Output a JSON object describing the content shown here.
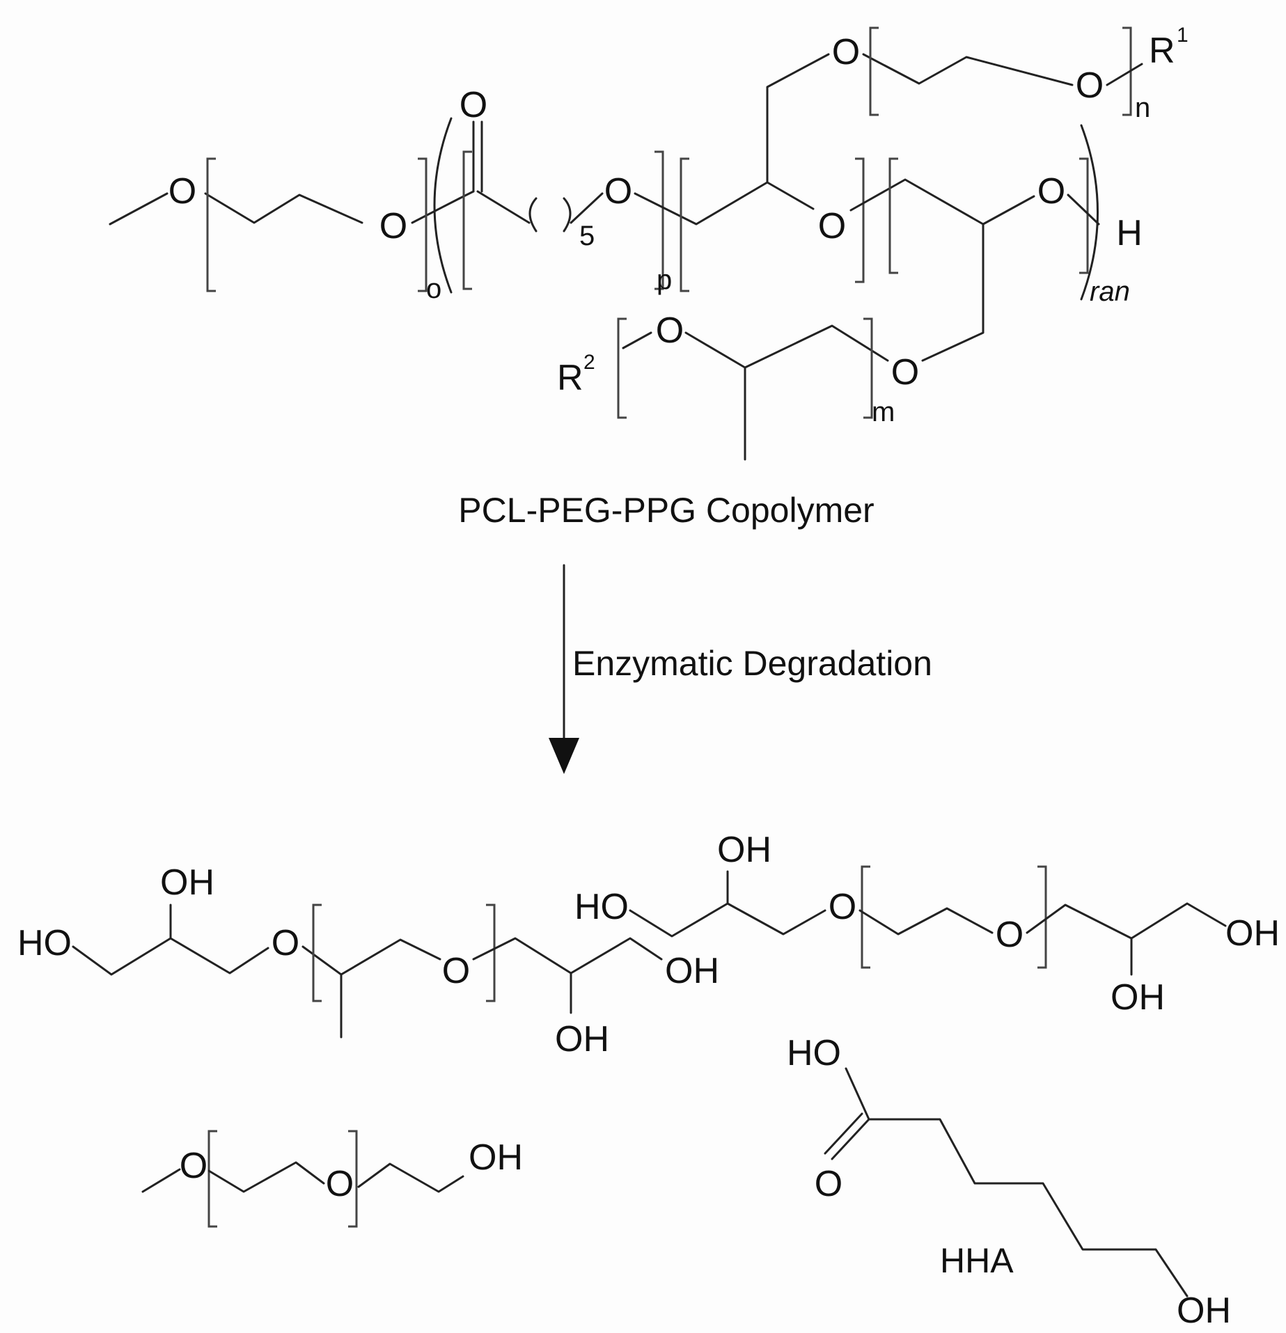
{
  "copolymer": {
    "caption": "PCL-PEG-PPG Copolymer",
    "atoms": {
      "oxygen": "O",
      "hydrogen": "H",
      "r1": "R",
      "r1_sup": "1",
      "r2": "R",
      "r2_sup": "2"
    },
    "subscripts": {
      "o": "o",
      "five": "5",
      "p": "p",
      "n": "n",
      "m": "m",
      "ran": "ran"
    }
  },
  "reaction": {
    "label": "Enzymatic Degradation"
  },
  "products": {
    "oh": "OH",
    "ho": "HO",
    "o": "O",
    "hha_label": "HHA"
  }
}
